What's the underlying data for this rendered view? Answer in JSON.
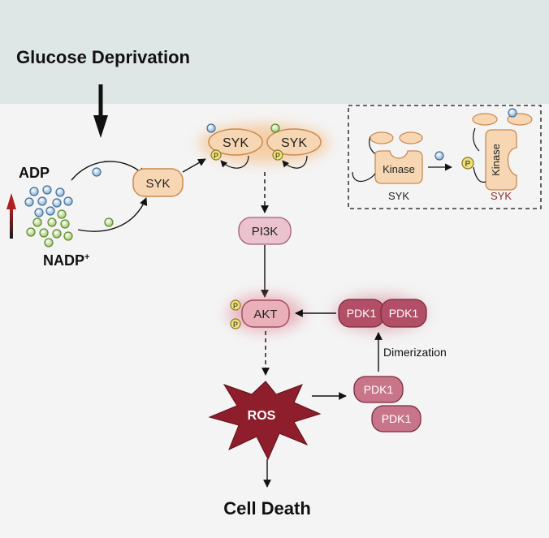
{
  "header": {
    "title": "Glucose Deprivation"
  },
  "metabolites": {
    "adp": "ADP",
    "nadp": "NADP",
    "nadp_sup": "+"
  },
  "nodes": {
    "syk_mid": "SYK",
    "syk_dimer_left": "SYK",
    "syk_dimer_right": "SYK",
    "pi3k": "PI3K",
    "akt": "AKT",
    "pdk1_dimer_left": "PDK1",
    "pdk1_dimer_right": "PDK1",
    "pdk1_mono_top": "PDK1",
    "pdk1_mono_bottom": "PDK1",
    "ros": "ROS",
    "phospho": "P"
  },
  "labels": {
    "dimerization": "Dimerization",
    "cell_death": "Cell Death"
  },
  "inset": {
    "kinase_left": "Kinase",
    "syk_left": "SYK",
    "kinase_right": "Kinase",
    "syk_right": "SYK",
    "phospho": "P"
  },
  "colors": {
    "header_bg": "#dfe7e6",
    "body_bg": "#f4f4f4",
    "syk_fill": "#f7d7b3",
    "syk_stroke": "#c98a4f",
    "pi3k_fill": "#ebc3cf",
    "akt_fill": "#e9b0b9",
    "pdk1_fill": "#b24f66",
    "ros_fill": "#8e1e2b",
    "phospho_fill": "#f0e07a",
    "adp_dot": "#8fb4d6",
    "nadp_dot": "#9cc56a",
    "inset_syk_label": "#8e2b2b"
  }
}
